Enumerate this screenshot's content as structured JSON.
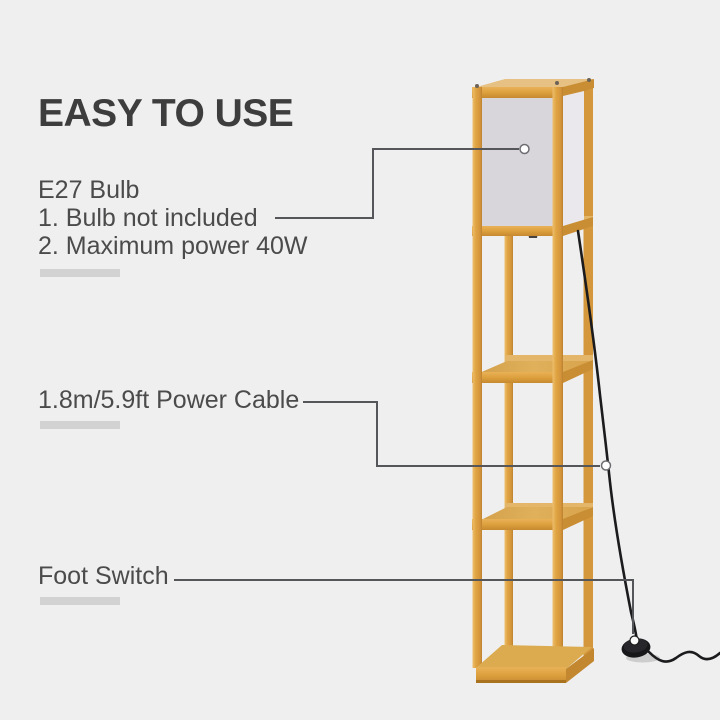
{
  "title": "EASY TO USE",
  "callouts": [
    {
      "id": "bulb",
      "label": "E27 Bulb",
      "notes": [
        "1. Bulb not included",
        "2. Maximum power 40W"
      ]
    },
    {
      "id": "power-cable",
      "label": "1.8m/5.9ft Power Cable",
      "notes": []
    },
    {
      "id": "foot-switch",
      "label": "Foot Switch",
      "notes": []
    }
  ],
  "product": {
    "type": "shelf floor lamp illustration",
    "parts": [
      "fabric lamp shade",
      "wooden frame",
      "storage shelves",
      "power cable",
      "foot switch pedal"
    ]
  },
  "colors": {
    "background": "#efeff0",
    "title_text": "#3d3d3d",
    "body_text": "#4b4b4b",
    "callout_line": "#55565a",
    "marker_fill": "#ffffff",
    "marker_stroke": "#6e6e72",
    "underline_bar": "#d2d2d3",
    "wood": "#dfa23f",
    "wood_light": "#e6c183",
    "wood_dark": "#c98e33",
    "shade_front": "#d9d6db",
    "shade_side": "#eae8ec",
    "cable": "#1b1b1d",
    "pedal": "#17171a"
  }
}
